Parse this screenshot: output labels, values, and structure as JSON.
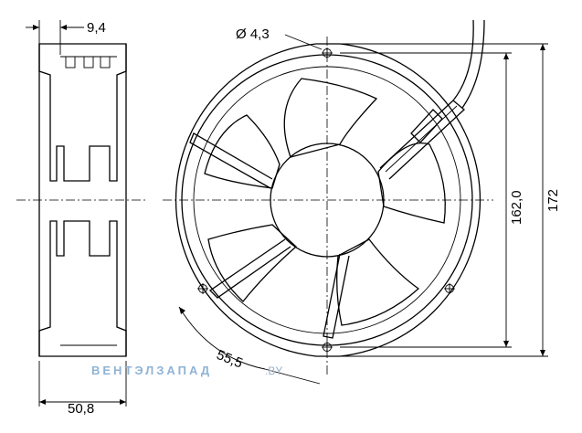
{
  "dimensions": {
    "depth_top": "9,4",
    "depth_total": "50,8",
    "hole_diameter": "Ø 4,3",
    "hole_spacing": "162,0",
    "frame_size": "172",
    "radial": "55,5"
  },
  "watermark": {
    "brand": "ВЕНТЭЛЗАПАД",
    "domain": ".BY"
  },
  "colors": {
    "line": "#000000",
    "watermark_brand": "#8fb3d6",
    "watermark_domain": "#9ab0c4"
  }
}
